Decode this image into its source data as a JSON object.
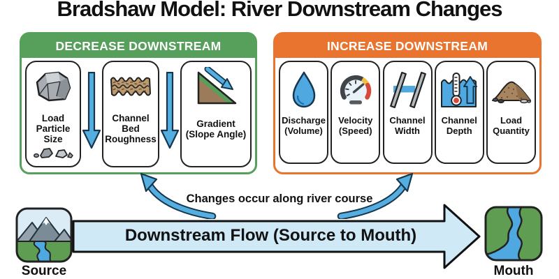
{
  "title": "Bradshaw Model: River Downstream Changes",
  "panels": {
    "decrease": {
      "header": "DECREASE DOWNSTREAM",
      "cards": [
        {
          "label": "Load Particle Size",
          "icon": "rock-icon"
        },
        {
          "label": "Channel Bed Roughness",
          "icon": "riverbed-texture-icon"
        },
        {
          "label": "Gradient (Slope Angle)",
          "icon": "slope-icon"
        }
      ]
    },
    "increase": {
      "header": "INCREASE DOWNSTREAM",
      "cards": [
        {
          "label": "Discharge (Volume)",
          "icon": "water-drop-icon"
        },
        {
          "label": "Velocity (Speed)",
          "icon": "speedometer-icon"
        },
        {
          "label": "Channel Width",
          "icon": "channel-width-icon"
        },
        {
          "label": "Channel Depth",
          "icon": "channel-depth-icon"
        },
        {
          "label": "Load Quantity",
          "icon": "sediment-pile-icon"
        }
      ]
    }
  },
  "middle": {
    "caption": "Changes occur along river course"
  },
  "flow": {
    "label": "Downstream Flow (Source to Mouth)",
    "source_label": "Source",
    "mouth_label": "Mouth",
    "source_icon": "mountain-source-icon",
    "mouth_icon": "river-mouth-icon"
  },
  "colors": {
    "decrease_header": "#57a05c",
    "increase_header": "#e8742f",
    "arrow_blue": "#55aee0",
    "flow_arrow_fill": "#cfe9f7",
    "water_blue": "#4fa8e0",
    "outline_dark": "#17364e"
  }
}
